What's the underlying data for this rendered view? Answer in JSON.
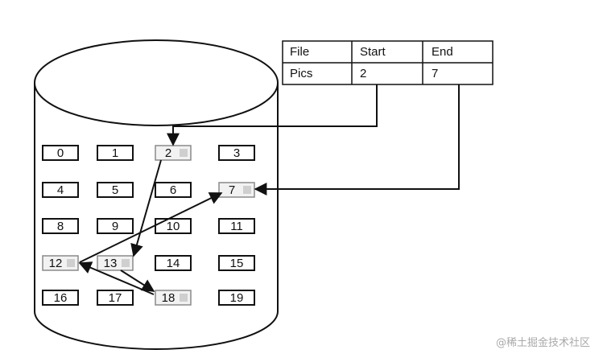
{
  "table": {
    "headers": [
      "File",
      "Start",
      "End"
    ],
    "row": [
      "Pics",
      "2",
      "7"
    ]
  },
  "blocks": [
    "0",
    "1",
    "2",
    "3",
    "4",
    "5",
    "6",
    "7",
    "8",
    "9",
    "10",
    "11",
    "12",
    "13",
    "14",
    "15",
    "16",
    "17",
    "18",
    "19"
  ],
  "highlighted_blocks": [
    "2",
    "7",
    "12",
    "13",
    "18"
  ],
  "chain": [
    "2",
    "13",
    "18",
    "12",
    "7"
  ],
  "watermark": "@稀土掘金技术社区"
}
